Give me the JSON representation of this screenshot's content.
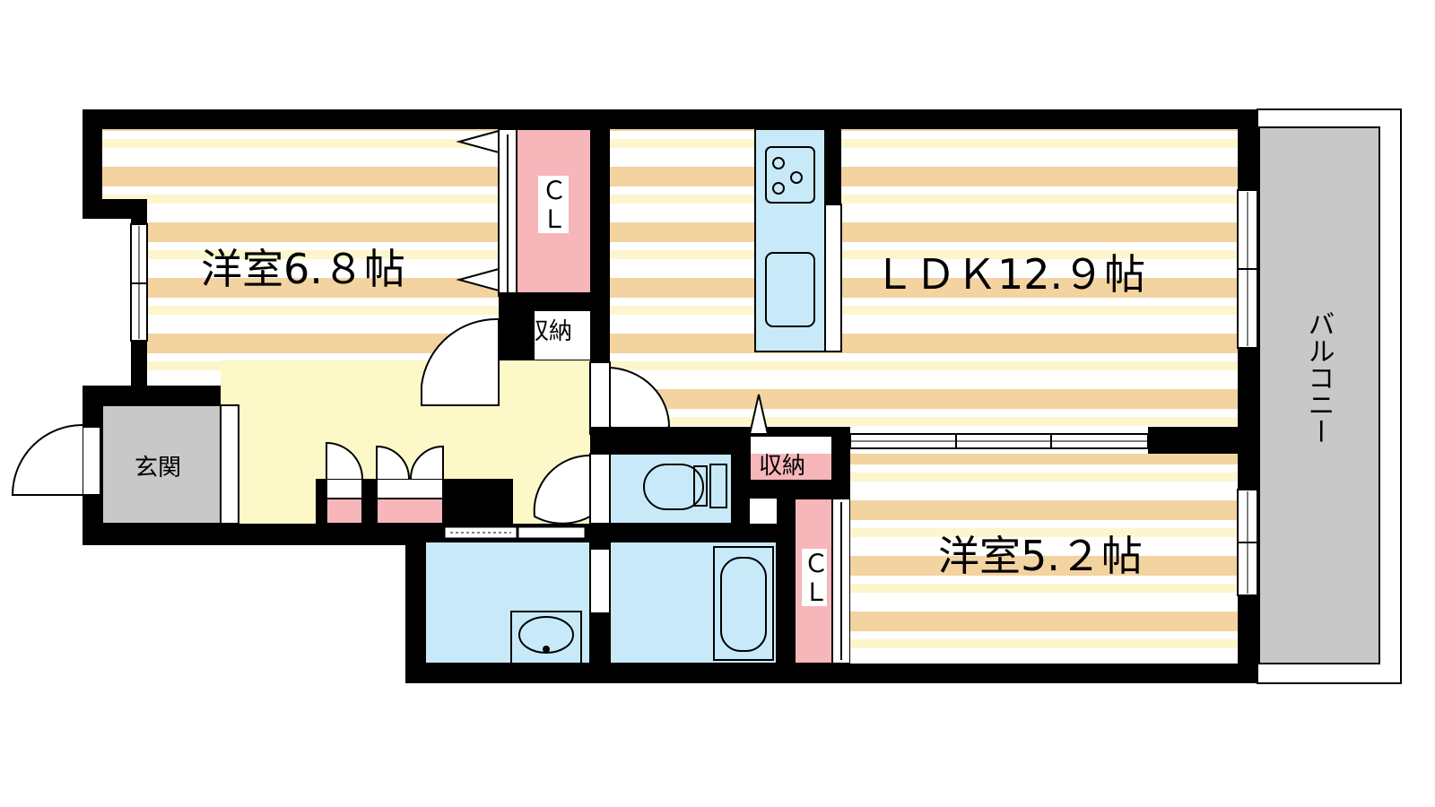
{
  "rooms": {
    "bedroom_a": "洋室6.８帖",
    "ldk": "ＬＤＫ12.９帖",
    "bedroom_b": "洋室5.２帖",
    "entrance": "玄関",
    "storage_upper": "収納",
    "storage_lower": "収納",
    "closet_a_line1": "Ｃ",
    "closet_a_line2": "Ｌ",
    "closet_b_line1": "Ｃ",
    "closet_b_line2": "Ｌ",
    "balcony": "バルコニー"
  },
  "colors": {
    "wall": "#000000",
    "floor_stripe": "#f3d3a0",
    "floor_light": "#fdf6cc",
    "hall": "#fcf8c8",
    "wet_area": "#c8eaf8",
    "closet": "#f6b6ba",
    "entrance": "#c8c8c8",
    "balcony": "#c8c8c8"
  }
}
